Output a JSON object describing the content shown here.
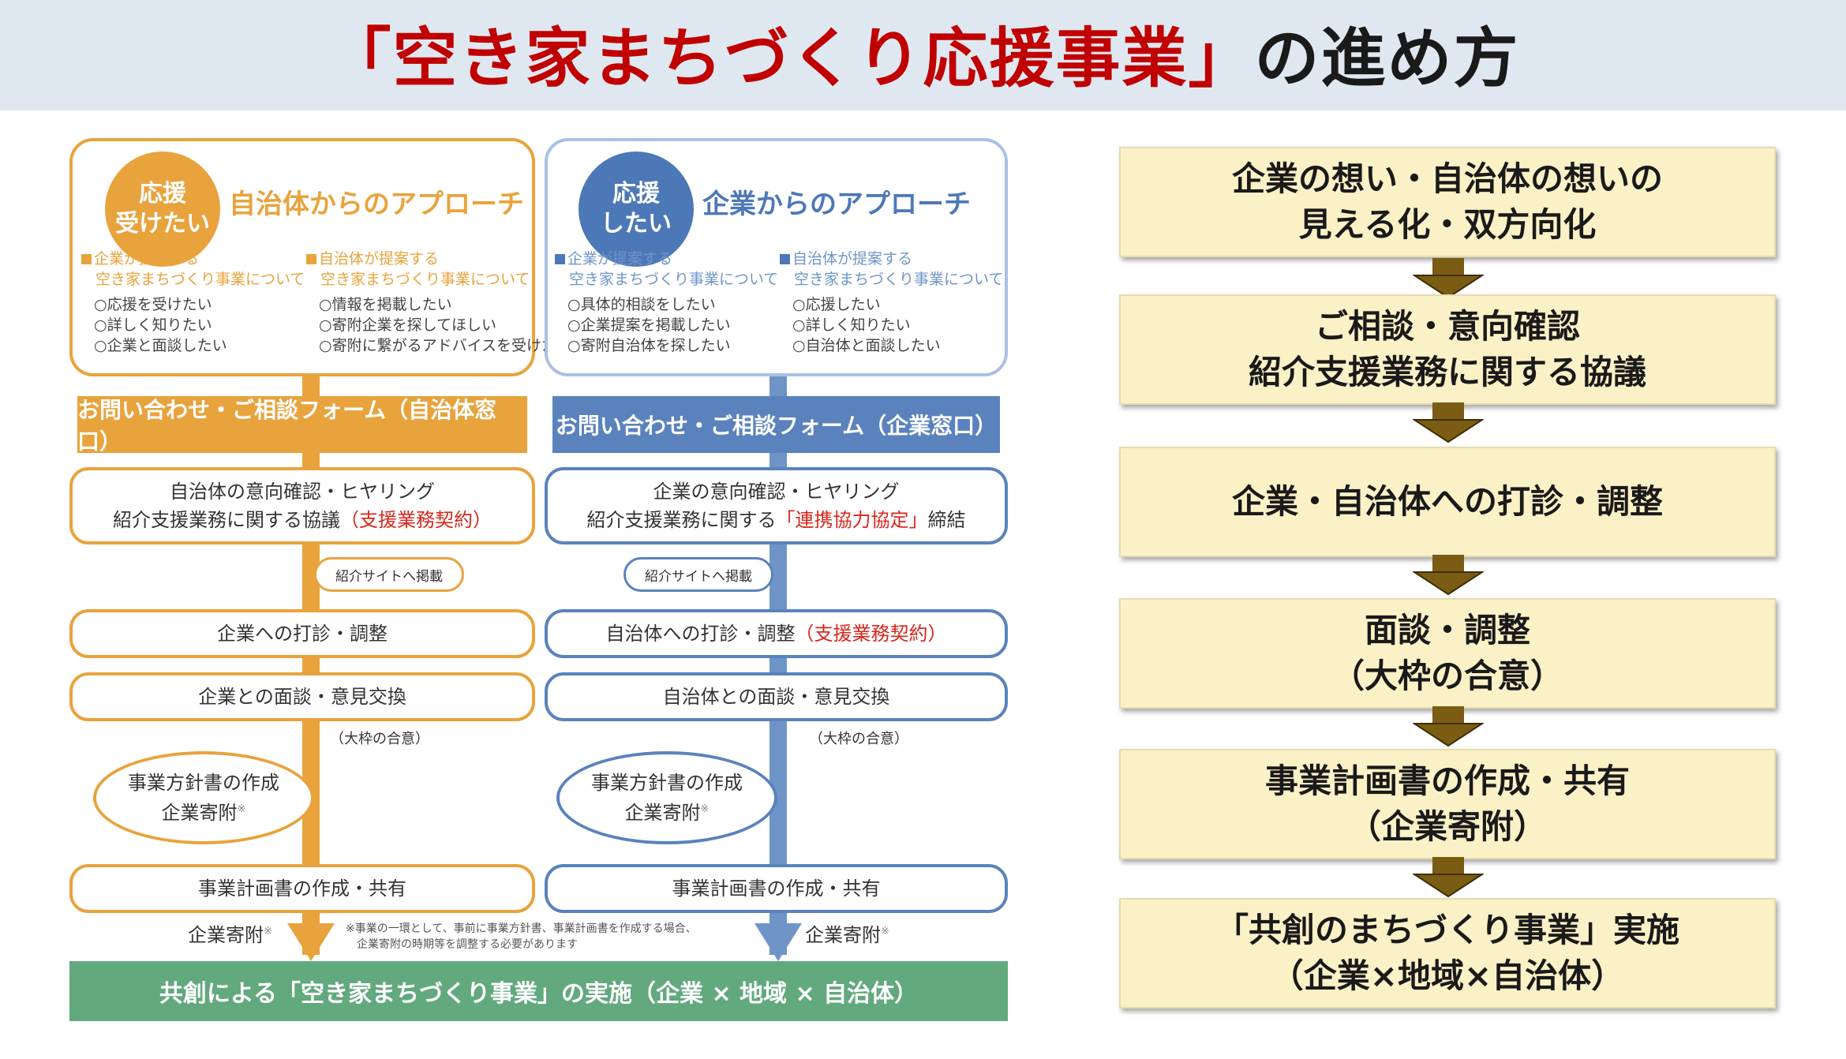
{
  "header": {
    "title_open": "「",
    "title_main": "空き家まちづくり応援事業",
    "title_close": "」",
    "title_tail": "の進め方"
  },
  "left": {
    "badge_line1": "応援",
    "badge_line2": "受けたい",
    "title": "自治体からのアプローチ",
    "col1_heading1": "企業が提案する",
    "col1_heading2": "空き家まちづくり事業について",
    "col1_items": [
      "○応援を受けたい",
      "○詳しく知りたい",
      "○企業と面談したい"
    ],
    "col2_heading1": "自治体が提案する",
    "col2_heading2": "空き家まちづくり事業について",
    "col2_items": [
      "○情報を掲載したい",
      "○寄附企業を探してほしい",
      "○寄附に繋がるアドバイスを受けたい"
    ],
    "form": "お問い合わせ・ご相談フォーム（自治体窓口）",
    "step1_line1": "自治体の意向確認・ヒヤリング",
    "step1_line2a": "紹介支援業務に関する協議",
    "step1_line2b": "（支援業務契約）",
    "site_pill": "紹介サイトへ掲載",
    "step2": "企業への打診・調整",
    "step3": "企業との面談・意見交換",
    "agree_note": "（大枠の合意）",
    "ellipse_line1": "事業方針書の作成",
    "ellipse_line2": "企業寄附",
    "ellipse_mark": "※",
    "step4": "事業計画書の作成・共有",
    "kifu": "企業寄附",
    "kifu_mark": "※"
  },
  "right": {
    "badge_line1": "応援",
    "badge_line2": "したい",
    "title": "企業からのアプローチ",
    "col1_heading1": "企業が提案する",
    "col1_heading2": "空き家まちづくり事業について",
    "col1_items": [
      "○具体的相談をしたい",
      "○企業提案を掲載したい",
      "○寄附自治体を探したい"
    ],
    "col2_heading1": "自治体が提案する",
    "col2_heading2": "空き家まちづくり事業について",
    "col2_items": [
      "○応援したい",
      "○詳しく知りたい",
      "○自治体と面談したい"
    ],
    "form": "お問い合わせ・ご相談フォーム（企業窓口）",
    "step1_line1": "企業の意向確認・ヒヤリング",
    "step1_line2a": "紹介支援業務に関する",
    "step1_line2b": "「連携協力協定」",
    "step1_line2c": "締結",
    "site_pill": "紹介サイトへ掲載",
    "step2a": "自治体への打診・調整",
    "step2b": "（支援業務契約）",
    "step3": "自治体との面談・意見交換",
    "agree_note": "（大枠の合意）",
    "ellipse_line1": "事業方針書の作成",
    "ellipse_line2": "企業寄附",
    "ellipse_mark": "※",
    "step4": "事業計画書の作成・共有",
    "kifu": "企業寄附",
    "kifu_mark": "※"
  },
  "footnote_line1": "※事業の一環として、事前に事業方針書、事業計画書を作成する場合、",
  "footnote_line2": "企業寄附の時期等を調整する必要があります",
  "final_bar": "共創による「空き家まちづくり事業」の実施（企業 × 地域 × 自治体）",
  "summary_steps": [
    {
      "line1": "企業の想い・自治体の想いの",
      "line2": "見える化・双方向化"
    },
    {
      "line1": "ご相談・意向確認",
      "line2": "紹介支援業務に関する協議"
    },
    {
      "line1": "企業・自治体への打診・調整",
      "line2": ""
    },
    {
      "line1": "面談・調整",
      "line2": "（大枠の合意）"
    },
    {
      "line1": "事業計画書の作成・共有",
      "line2": "（企業寄附）"
    },
    {
      "line1": "「共創のまちづくり事業」実施",
      "line2": "（企業×地域×自治体）"
    }
  ],
  "colors": {
    "orange": "#e8a33d",
    "blue": "#4d78b7",
    "green": "#62a97e",
    "red": "#d9261c",
    "cream": "#fbf1c6",
    "arrow_brown": "#7a5c12"
  }
}
